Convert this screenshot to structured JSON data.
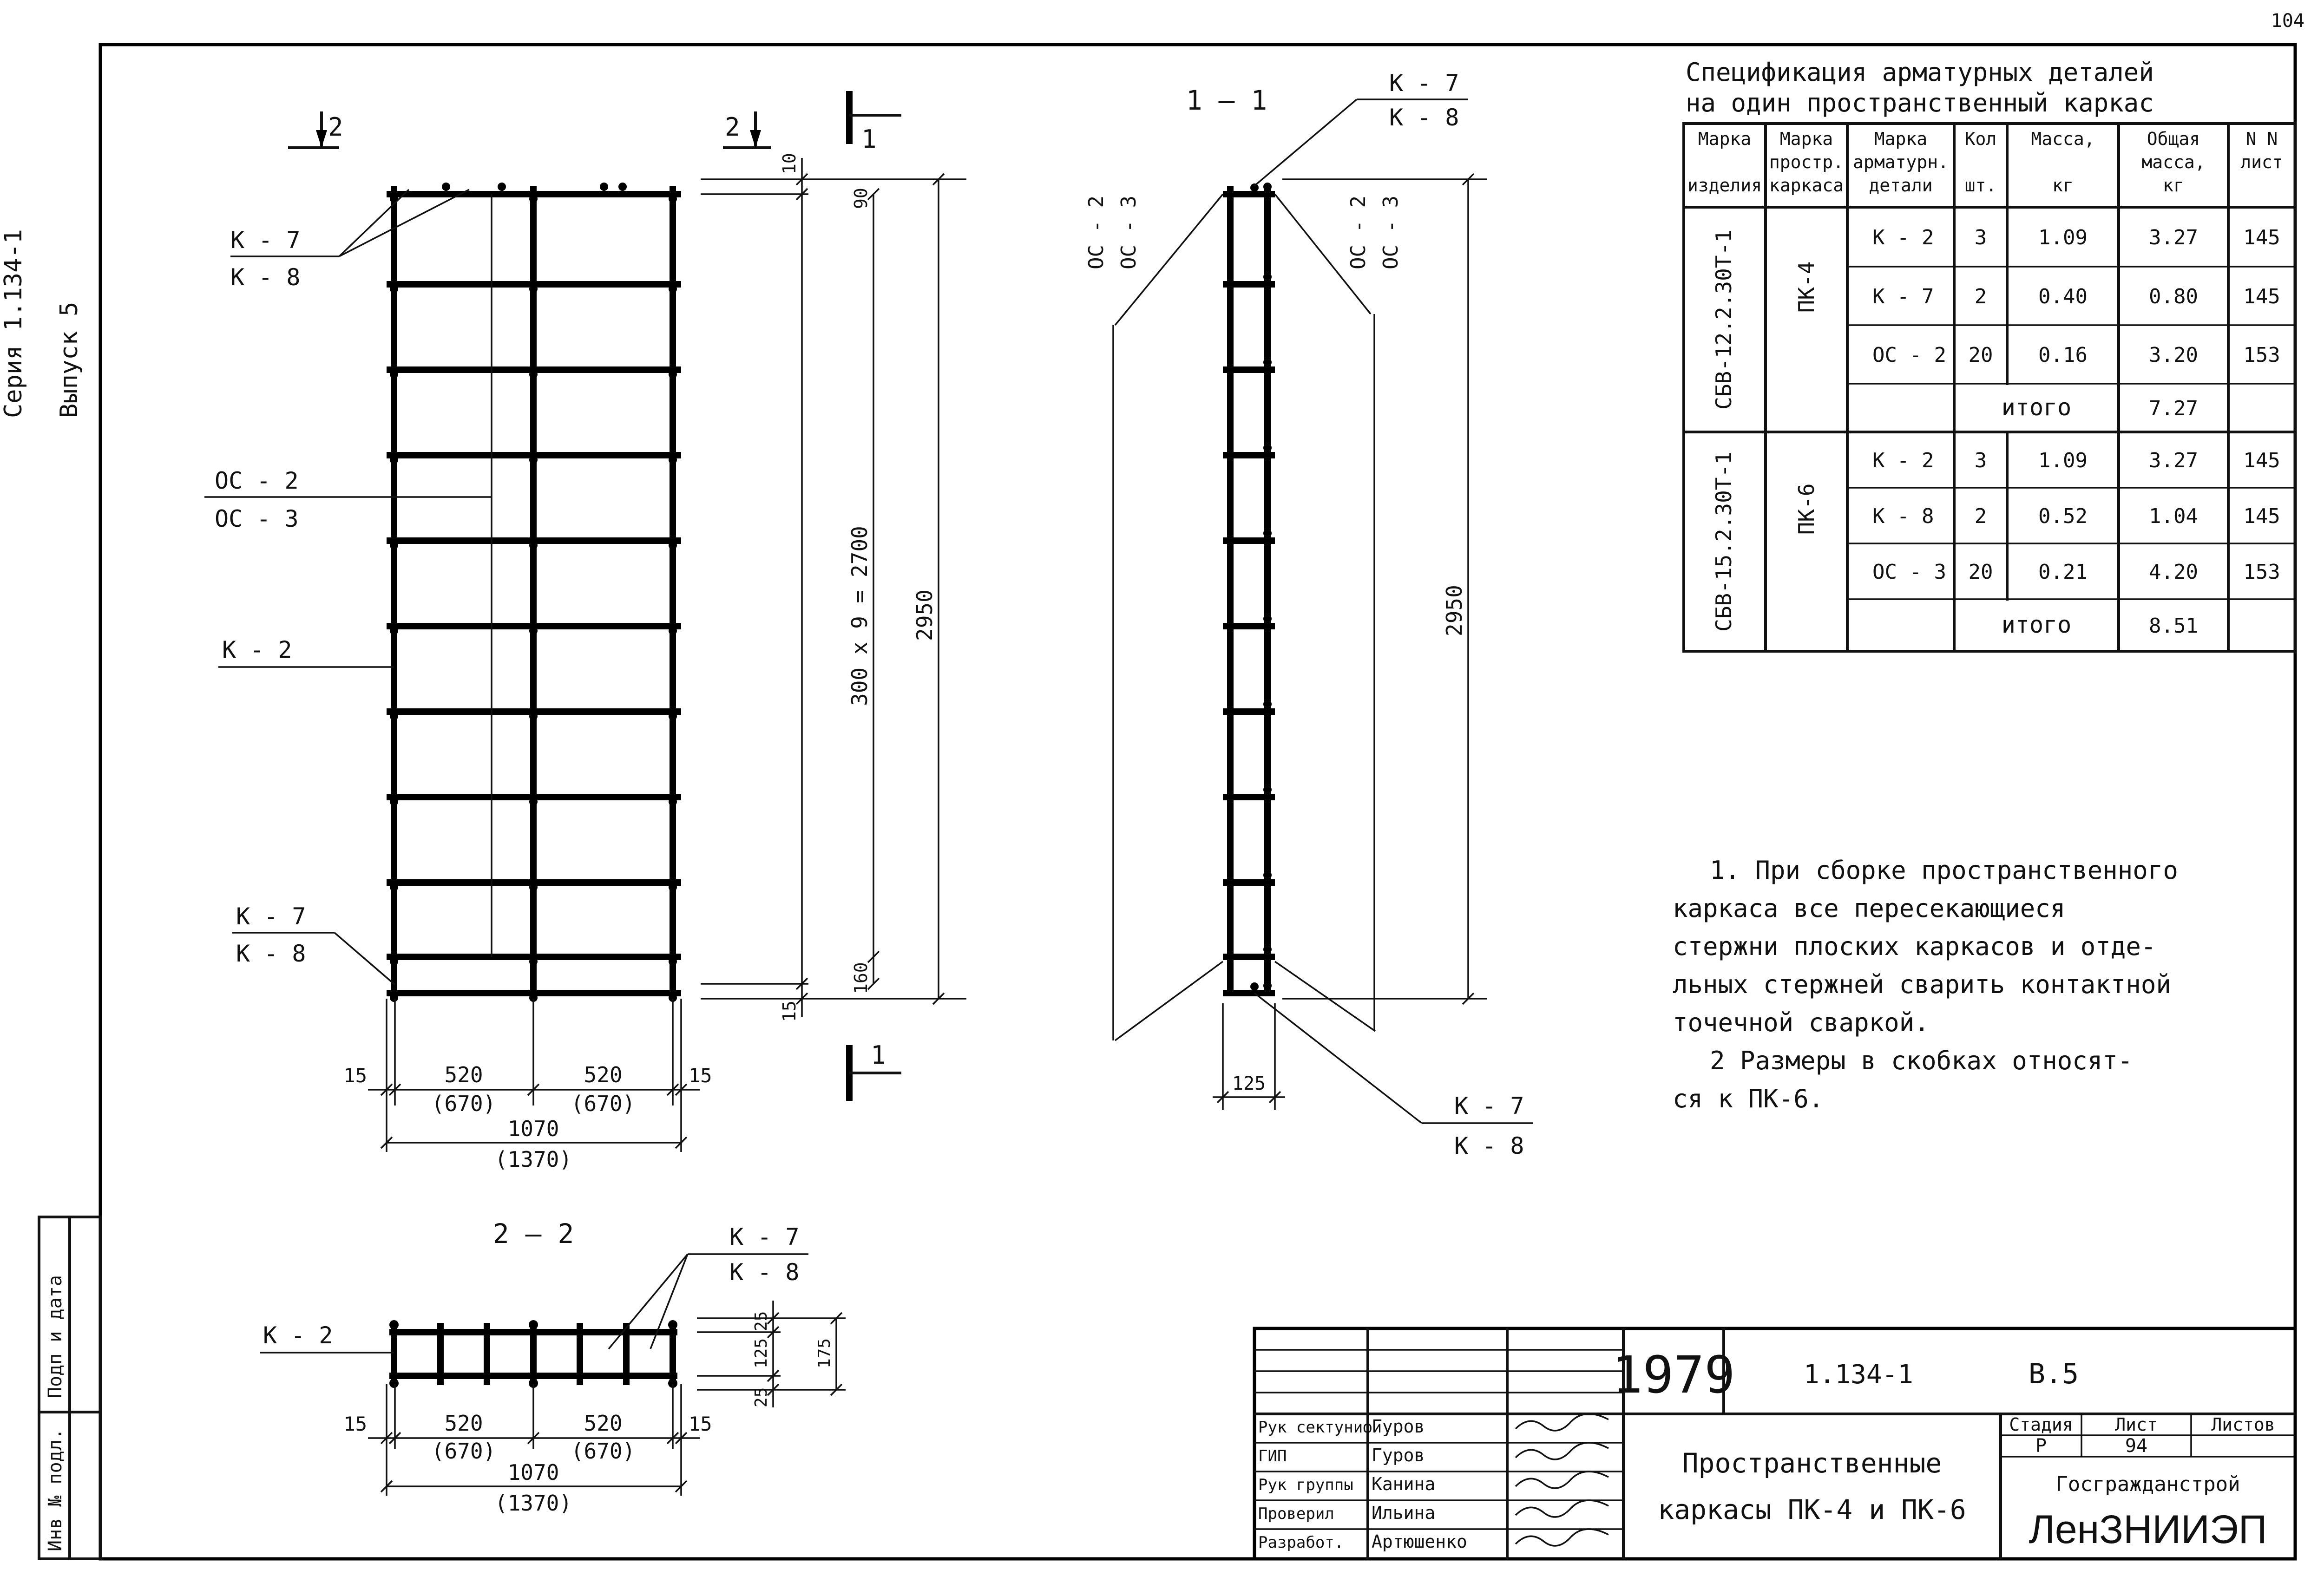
{
  "sheet_number": "104",
  "side": {
    "series": "Серия 1.134-1",
    "issue": "Выпуск 5",
    "stamp_inv": "Инв № подл.",
    "stamp_sign": "Подп и дата"
  },
  "elevation": {
    "section_mark_left": "2",
    "section_mark_right": "2",
    "section_mark_cut": "1",
    "section_mark_cut_bottom": "1",
    "label_k7_top": "К - 7",
    "label_k8_top": "К - 8",
    "label_oc2": "ОС - 2",
    "label_oc3": "ОС - 3",
    "label_k2": "К - 2",
    "label_k7_bottom": "К - 7",
    "label_k8_bottom": "К - 8",
    "dim_10": "10",
    "dim_90": "90",
    "dim_spacing": "300 х 9 = 2700",
    "dim_height": "2950",
    "dim_160": "160",
    "dim_15_bottom": "15",
    "dim_15_left": "15",
    "dim_15_right": "15",
    "dim_520_a": "520",
    "dim_670_a": "(670)",
    "dim_520_b": "520",
    "dim_670_b": "(670)",
    "dim_1070": "1070",
    "dim_1370": "(1370)"
  },
  "section_1_1": {
    "title": "1 — 1",
    "label_k7_top": "К - 7",
    "label_k8_top": "К - 8",
    "label_oc2_left": "ОС - 2",
    "label_oc3_left": "ОС - 3",
    "label_oc2_right": "ОС - 2",
    "label_oc3_right": "ОС - 3",
    "dim_height": "2950",
    "dim_125": "125",
    "label_k7_bottom": "К - 7",
    "label_k8_bottom": "К - 8"
  },
  "section_2_2": {
    "title": "2 — 2",
    "label_k7": "К - 7",
    "label_k8": "К - 8",
    "label_k2": "К - 2",
    "dim_25_top": "25",
    "dim_125": "125",
    "dim_25_bottom": "25",
    "dim_175": "175",
    "dim_15_left": "15",
    "dim_15_right": "15",
    "dim_520_a": "520",
    "dim_670_a": "(670)",
    "dim_520_b": "520",
    "dim_670_b": "(670)",
    "dim_1070": "1070",
    "dim_1370": "(1370)"
  },
  "spec": {
    "title_line1": "Спецификация арматурных деталей",
    "title_line2": "на один пространственный каркас",
    "headers": [
      [
        "Марка",
        "",
        "изделия"
      ],
      [
        "Марка",
        "простр.",
        "каркаса"
      ],
      [
        "Марка",
        "арматурн.",
        "детали"
      ],
      [
        "Кол",
        "",
        "шт."
      ],
      [
        "Масса,",
        "",
        "кг"
      ],
      [
        "Общая",
        "масса,",
        "кг"
      ],
      [
        "N N",
        "лист",
        ""
      ]
    ],
    "groups": [
      {
        "product": "СБВ-12.2.30Т-1",
        "frame": "ПК-4",
        "rows": [
          {
            "part": "К - 2",
            "qty": "3",
            "mass": "1.09",
            "total": "3.27",
            "sheet": "145"
          },
          {
            "part": "К - 7",
            "qty": "2",
            "mass": "0.40",
            "total": "0.80",
            "sheet": "145"
          },
          {
            "part": "ОС - 2",
            "qty": "20",
            "mass": "0.16",
            "total": "3.20",
            "sheet": "153"
          }
        ],
        "total_label": "итого",
        "total_value": "7.27"
      },
      {
        "product": "СБВ-15.2.30Т-1",
        "frame": "ПК-6",
        "rows": [
          {
            "part": "К - 2",
            "qty": "3",
            "mass": "1.09",
            "total": "3.27",
            "sheet": "145"
          },
          {
            "part": "К - 8",
            "qty": "2",
            "mass": "0.52",
            "total": "1.04",
            "sheet": "145"
          },
          {
            "part": "ОС - 3",
            "qty": "20",
            "mass": "0.21",
            "total": "4.20",
            "sheet": "153"
          }
        ],
        "total_label": "итого",
        "total_value": "8.51"
      }
    ]
  },
  "notes": [
    "1. При сборке пространственного",
    "каркаса все пересекающиеся",
    "стержни плоских каркасов и отде-",
    "льных стержней сварить контактной",
    "точечной сваркой.",
    "2 Размеры в скобках относят-",
    "ся к ПК-6."
  ],
  "title_block": {
    "year": "1979",
    "code": "1.134-1",
    "issue": "В.5",
    "roles": [
      {
        "role": "Рук сектунифи",
        "name": "Гуров"
      },
      {
        "role": "ГИП",
        "name": "Гуров"
      },
      {
        "role": "Рук группы",
        "name": "Канина"
      },
      {
        "role": "Проверил",
        "name": "Ильина"
      },
      {
        "role": "Разработ.",
        "name": "Артюшенко"
      }
    ],
    "name_line1": "Пространственные",
    "name_line2": "каркасы ПК-4 и ПК-6",
    "stage_label": "Стадия",
    "sheet_label": "Лист",
    "sheets_label": "Листов",
    "stage": "Р",
    "sheet": "94",
    "sheets": "",
    "org1": "Госгражданстрой",
    "org2": "ЛенЗНИИЭП"
  }
}
